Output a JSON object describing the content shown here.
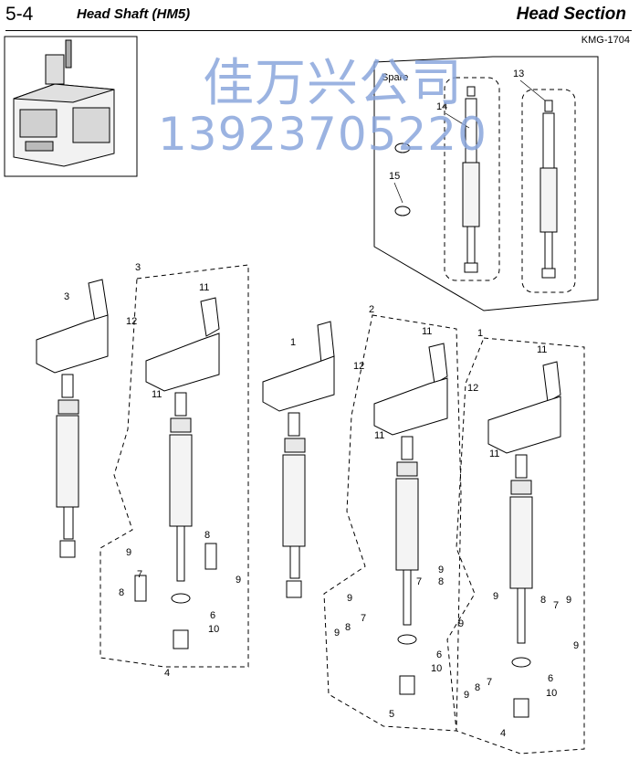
{
  "header": {
    "section_number": "5-4",
    "title": "Head Shaft (HM5)",
    "section": "Head Section",
    "code": "KMG-1704"
  },
  "watermark": {
    "line1": "佳万兴公司",
    "line2": "13923705220"
  },
  "spare": {
    "label": "Spare"
  },
  "callouts": {
    "c1": "1",
    "c2": "2",
    "c3": "3",
    "c4": "4",
    "c5": "5",
    "c6": "6",
    "c7": "7",
    "c8": "8",
    "c9": "9",
    "c10": "10",
    "c11": "11",
    "c12": "12",
    "c13": "13",
    "c14": "14",
    "c15": "15"
  }
}
